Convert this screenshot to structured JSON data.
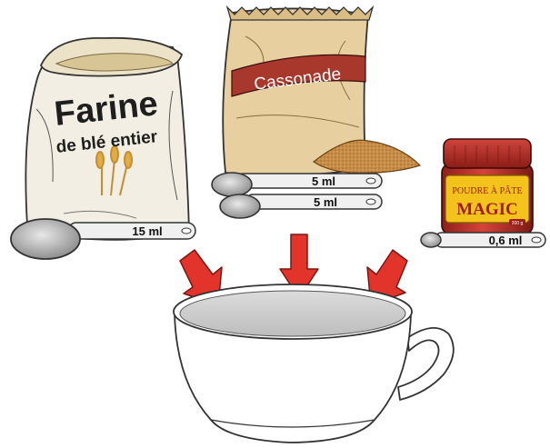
{
  "flour": {
    "name_line1": "Farine",
    "name_line2": "de blé entier",
    "spoon_label": "15 ml"
  },
  "sugar": {
    "name": "Cassonade",
    "spoon1_label": "5 ml",
    "spoon2_label": "5 ml"
  },
  "baking_powder": {
    "name_line1": "POUDRE À PÂTE",
    "name_line2": "MAGIC",
    "jar_small_text": "200 g",
    "spoon_label": "0,6 ml"
  },
  "colors": {
    "arrow": "#e2342b",
    "arrow_outline": "#7a1712",
    "cassonade_band": "#a8372c",
    "jar_red": "#c8352e",
    "jar_label_yellow": "#f3c21b",
    "brown_sugar": "#c78d47",
    "sugar_bag": "#e7cfa0",
    "flour_bag": "#f2eee3"
  }
}
